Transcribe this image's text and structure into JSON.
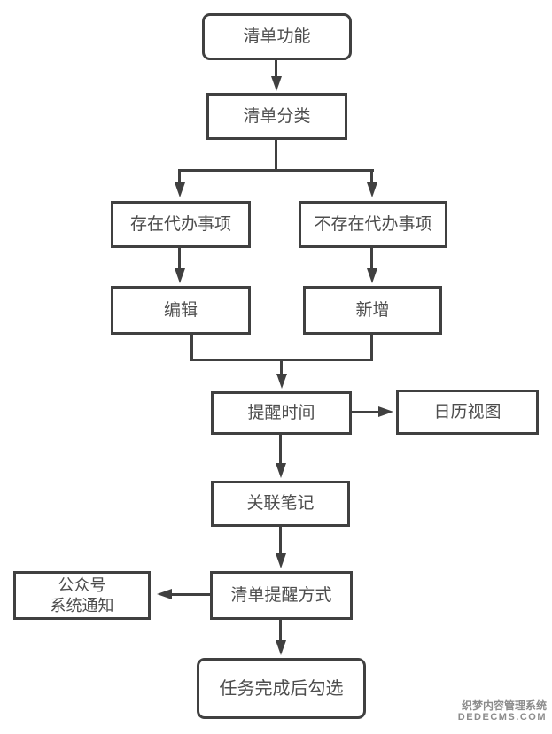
{
  "colors": {
    "line": "#404040",
    "border": "#404040",
    "text": "#4d4d4d",
    "watermark": "#8c8c8c"
  },
  "diagram": {
    "nodes": {
      "start": {
        "label": "清单功能"
      },
      "category": {
        "label": "清单分类"
      },
      "exists": {
        "label": "存在代办事项"
      },
      "not_exists": {
        "label": "不存在代办事项"
      },
      "edit": {
        "label": "编辑"
      },
      "add": {
        "label": "新增"
      },
      "remind_time": {
        "label": "提醒时间"
      },
      "calendar": {
        "label": "日历视图"
      },
      "note": {
        "label": "关联笔记"
      },
      "remind_method": {
        "label": "清单提醒方式"
      },
      "official_account": {
        "label_line1": "公众号",
        "label_line2": "系统通知"
      },
      "end": {
        "label": "任务完成后勾选"
      }
    }
  },
  "watermark": {
    "line1": "织梦内容管理系统",
    "line2": "DEDECMS.COM"
  }
}
